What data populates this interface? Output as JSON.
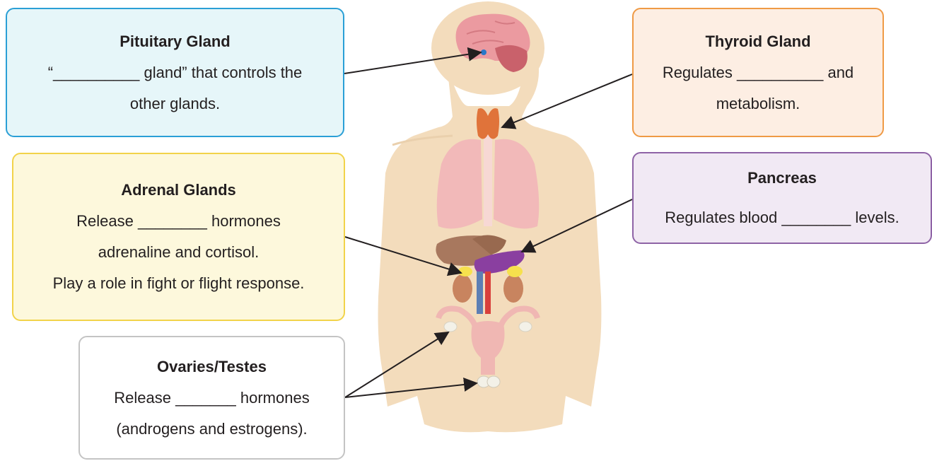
{
  "boxes": {
    "pituitary": {
      "title": "Pituitary Gland",
      "line1": "“__________ gland” that controls the",
      "line2": "other glands."
    },
    "thyroid": {
      "title": "Thyroid Gland",
      "line1": "Regulates __________ and",
      "line2": "metabolism."
    },
    "adrenal": {
      "title": "Adrenal Glands",
      "line1": "Release ________ hormones",
      "line2": "adrenaline and cortisol.",
      "line3": "Play a role in fight or flight response."
    },
    "pancreas": {
      "title": "Pancreas",
      "line1": "Regulates blood ________ levels."
    },
    "gonads": {
      "title": "Ovaries/Testes",
      "line1": "Release _______ hormones",
      "line2": "(androgens and estrogens)."
    }
  },
  "colors": {
    "pituitary_border": "#2a9fd6",
    "pituitary_fill": "#e6f6f9",
    "thyroid_border": "#ef9a45",
    "thyroid_fill": "#fdeee3",
    "adrenal_border": "#f2d34a",
    "adrenal_fill": "#fdf8dc",
    "pancreas_border": "#8e63a6",
    "pancreas_fill": "#f1e9f4",
    "gonads_border": "#c4c4c4",
    "gonads_fill": "#ffffff",
    "skin": "#f3dcbc",
    "brain": "#eb9aa0",
    "lung": "#f2b9b9",
    "liver": "#a8785e",
    "thyroid_organ": "#e0733a",
    "pancreas_organ": "#8a3fa0",
    "adrenal_organ": "#f6e14d",
    "kidney": "#c8845f",
    "uterus": "#f0b7b3"
  }
}
